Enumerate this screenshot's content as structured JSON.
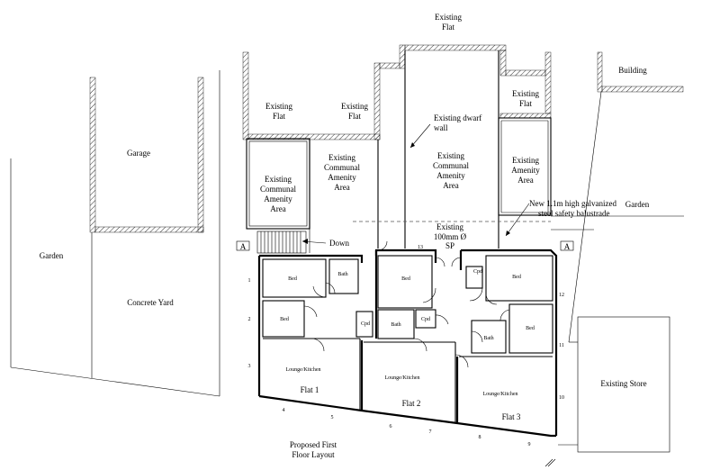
{
  "labels": {
    "existing_flat_top_1": "Existing",
    "existing_flat_top_2": "Flat",
    "building": "Building",
    "existing_flat_left_1": "Existing",
    "existing_flat_left_2": "Flat",
    "existing_flat_mid_1": "Existing",
    "existing_flat_mid_2": "Flat",
    "existing_flat_right_1": "Existing",
    "existing_flat_right_2": "Flat",
    "dwarf_wall_1": "Existing dwarf",
    "dwarf_wall_2": "wall",
    "garage": "Garage",
    "amenity_left": [
      "Existing",
      "Communal",
      "Amenity",
      "Area"
    ],
    "amenity_mid": [
      "Existing",
      "Communal",
      "Amenity",
      "Area"
    ],
    "amenity_center": [
      "Existing",
      "Communal",
      "Amenity",
      "Area"
    ],
    "amenity_right": [
      "Existing",
      "Amenity",
      "Area"
    ],
    "balustrade_1": "New 1.1m high galvanized",
    "balustrade_2": "steel safety balustrade",
    "garden_right": "Garden",
    "garden_left": "Garden",
    "concrete_yard": "Concrete Yard",
    "pipe_1": "Existing",
    "pipe_2": "100mm Ø",
    "pipe_3": "SP",
    "down": "Down",
    "section_a": "A",
    "existing_store": "Existing Store",
    "caption_1": "Proposed First",
    "caption_2": "Floor Layout"
  },
  "rooms": {
    "bed_1": "Bed",
    "bath_1": "Bath",
    "bed_2": "Bed",
    "cpd_1": "Cpd",
    "lounge_1": "Lounge/Kitchen",
    "flat_1": "Flat 1",
    "bed_3": "Bed",
    "bath_2": "Bath",
    "cpd_2": "Cpd",
    "lounge_2": "Lounge/Kitchen",
    "flat_2": "Flat 2",
    "cpd_3": "Cpd",
    "bed_4": "Bed",
    "bed_5": "Bed",
    "bath_3": "Bath",
    "lounge_3": "Lounge/Kitchen",
    "flat_3": "Flat 3"
  },
  "window_numbers": [
    "1",
    "2",
    "3",
    "4",
    "5",
    "6",
    "7",
    "8",
    "9",
    "10",
    "11",
    "12",
    "13"
  ]
}
